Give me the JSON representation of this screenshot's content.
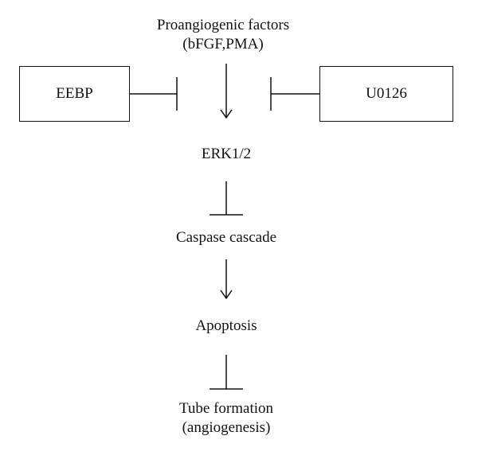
{
  "nodes": {
    "proangiogenic_line1": "Proangiogenic factors",
    "proangiogenic_line2": "(bFGF,PMA)",
    "eebp": "EEBP",
    "u0126": "U0126",
    "erk": "ERK1/2",
    "caspase": "Caspase cascade",
    "apoptosis": "Apoptosis",
    "tube_line1": "Tube formation",
    "tube_line2": "(angiogenesis)"
  },
  "edges": [
    {
      "from": "proangiogenic",
      "to": "erk",
      "type": "activation"
    },
    {
      "from": "eebp",
      "to": "erk",
      "type": "inhibition"
    },
    {
      "from": "u0126",
      "to": "erk",
      "type": "inhibition"
    },
    {
      "from": "erk",
      "to": "caspase",
      "type": "inhibition"
    },
    {
      "from": "caspase",
      "to": "apoptosis",
      "type": "activation"
    },
    {
      "from": "apoptosis",
      "to": "tube_formation",
      "type": "inhibition"
    }
  ]
}
